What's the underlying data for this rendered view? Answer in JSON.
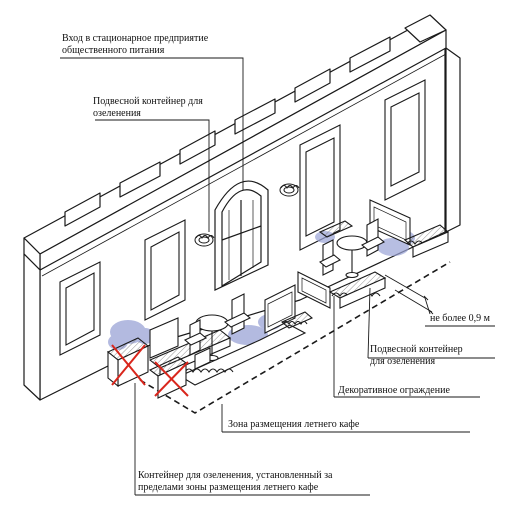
{
  "labels": {
    "entrance": [
      "Вход в стационарное предприятие",
      "общественного питания"
    ],
    "hanging_container_top": [
      "Подвесной контейнер для",
      "озеленения"
    ],
    "max_height": "не более 0,9 м",
    "hanging_container_right": [
      "Подвесной контейнер",
      "для озеленения"
    ],
    "decorative_fence": "Декоративное ограждение",
    "cafe_zone": "Зона размещения летнего кафе",
    "outside_container": [
      "Контейнер для озеленения, установленный за",
      "пределами зоны размещения летнего кафе"
    ]
  },
  "colors": {
    "line": "#1a1a1a",
    "greenery": "#9aa3d6",
    "cross": "#d9261c"
  }
}
